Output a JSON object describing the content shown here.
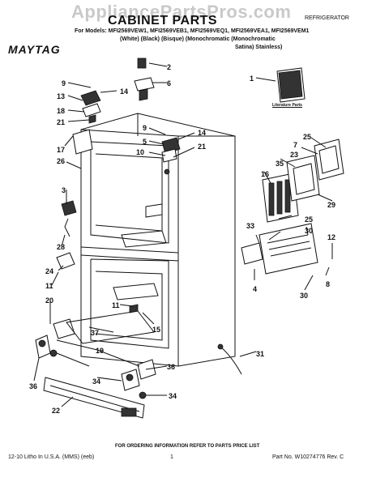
{
  "watermark": "AppliancePartsPros.com",
  "title": "CABINET PARTS",
  "category": "REFRIGERATOR",
  "models_line": "For Models: MFI2569VEW1, MFI2569VEB1, MFI2569VEQ1, MFI2569VEA1, MFI2569VEM1",
  "colors_line": "(White)     (Black)     (Bisque)   (Monochromatic  (Monochromatic",
  "colors_line2": "Satina)              Stainless)",
  "brand": "MAYTAG",
  "literature_label": "Literature Parts",
  "order_note": "FOR ORDERING INFORMATION REFER TO PARTS PRICE LIST",
  "footer": {
    "left": "12-10 Litho In U.S.A. (MMS) (eeb)",
    "center": "1",
    "right": "Part No. W10274776 Rev. C"
  },
  "callouts": [
    "1",
    "2",
    "3",
    "4",
    "5",
    "6",
    "7",
    "8",
    "9",
    "9",
    "10",
    "11",
    "11",
    "12",
    "13",
    "14",
    "14",
    "15",
    "16",
    "17",
    "18",
    "19",
    "20",
    "21",
    "21",
    "22",
    "23",
    "24",
    "25",
    "25",
    "26",
    "28",
    "29",
    "30",
    "30",
    "31",
    "33",
    "34",
    "34",
    "35",
    "36",
    "36",
    "37"
  ]
}
